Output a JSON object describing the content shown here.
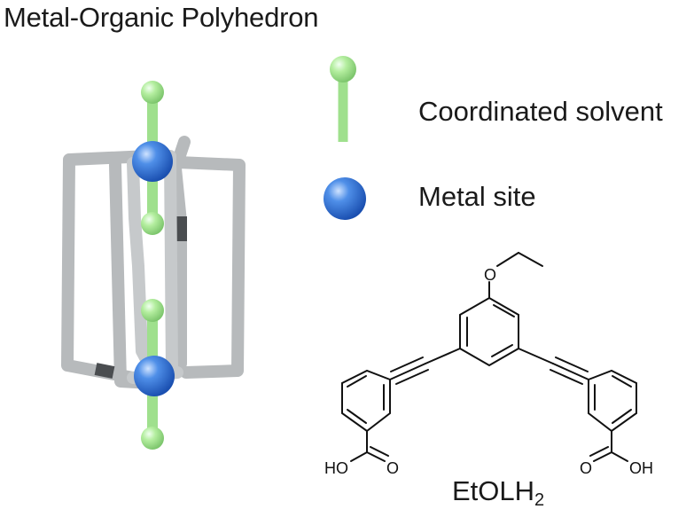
{
  "title": "Metal-Organic Polyhedron",
  "legend": {
    "solvent_label": "Coordinated solvent",
    "metal_label": "Metal site"
  },
  "ligand": {
    "name_base": "EtOLH",
    "name_subscript": "2",
    "atom_labels": {
      "ether_oxygen": "O",
      "left_hydroxyl": "HO",
      "left_carbonyl": "O",
      "right_carbonyl": "O",
      "right_hydroxyl": "OH"
    }
  },
  "colors": {
    "cage_frame": "#b7babc",
    "cage_shadow": "#4a4d50",
    "solvent": "#9fe08d",
    "metal": "#2f70d6"
  }
}
